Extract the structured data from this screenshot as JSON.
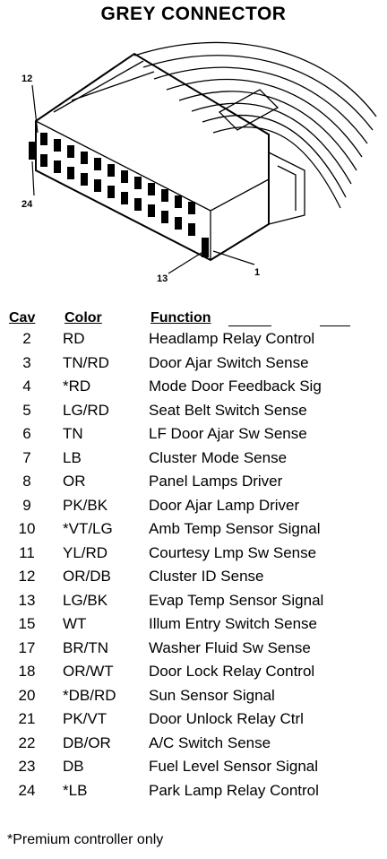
{
  "title": "GREY CONNECTOR",
  "diagram": {
    "pin_labels": {
      "top": "12",
      "bottom_left": "24",
      "bottom": "13",
      "right": "1"
    }
  },
  "table": {
    "headers": {
      "cav": "Cav",
      "color": "Color",
      "function": "Function"
    },
    "rows": [
      {
        "cav": "2",
        "color": "RD",
        "function": "Headlamp Relay Control"
      },
      {
        "cav": "3",
        "color": "TN/RD",
        "function": "Door Ajar Switch Sense"
      },
      {
        "cav": "4",
        "color": "*RD",
        "function": "Mode Door Feedback Sig"
      },
      {
        "cav": "5",
        "color": "LG/RD",
        "function": "Seat Belt Switch Sense"
      },
      {
        "cav": "6",
        "color": "TN",
        "function": "LF Door Ajar Sw Sense"
      },
      {
        "cav": "7",
        "color": "LB",
        "function": "Cluster Mode Sense"
      },
      {
        "cav": "8",
        "color": "OR",
        "function": "Panel Lamps Driver"
      },
      {
        "cav": "9",
        "color": "PK/BK",
        "function": "Door Ajar Lamp Driver"
      },
      {
        "cav": "10",
        "color": "*VT/LG",
        "function": "Amb Temp Sensor Signal"
      },
      {
        "cav": "11",
        "color": "YL/RD",
        "function": "Courtesy Lmp Sw Sense"
      },
      {
        "cav": "12",
        "color": "OR/DB",
        "function": "Cluster ID Sense"
      },
      {
        "cav": "13",
        "color": "LG/BK",
        "function": "Evap Temp Sensor Signal"
      },
      {
        "cav": "15",
        "color": "WT",
        "function": "Illum Entry Switch Sense"
      },
      {
        "cav": "17",
        "color": "BR/TN",
        "function": "Washer Fluid Sw Sense"
      },
      {
        "cav": "18",
        "color": "OR/WT",
        "function": "Door Lock Relay Control"
      },
      {
        "cav": "20",
        "color": "*DB/RD",
        "function": "Sun Sensor Signal"
      },
      {
        "cav": "21",
        "color": "PK/VT",
        "function": "Door Unlock Relay Ctrl"
      },
      {
        "cav": "22",
        "color": "DB/OR",
        "function": "A/C Switch Sense"
      },
      {
        "cav": "23",
        "color": "DB",
        "function": "Fuel Level Sensor Signal"
      },
      {
        "cav": "24",
        "color": "*LB",
        "function": "Park Lamp Relay Control"
      }
    ]
  },
  "footnote": "*Premium controller only"
}
